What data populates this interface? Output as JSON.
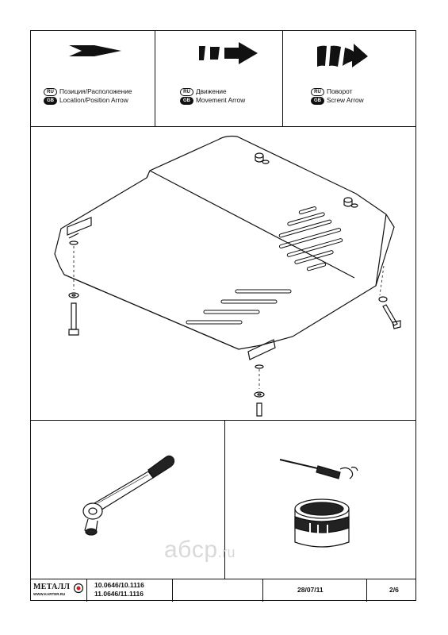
{
  "legend": [
    {
      "ru_tag": "RU",
      "gb_tag": "GB",
      "ru_text": "Позиция/Расположение",
      "gb_text": "Location/Position Arrow",
      "icon": "solid-arrow-icon"
    },
    {
      "ru_tag": "RU",
      "gb_tag": "GB",
      "ru_text": "Движение",
      "gb_text": "Movement Arrow",
      "icon": "dashed-arrow-icon"
    },
    {
      "ru_tag": "RU",
      "gb_tag": "GB",
      "ru_text": "Поворот",
      "gb_text": "Screw Arrow",
      "icon": "curved-arrow-icon"
    }
  ],
  "illustrations": {
    "main": "skid-plate-with-bolts",
    "tool": "ratchet-wrench-icon",
    "paint": "paint-can-brush-icon"
  },
  "watermark": {
    "main": "aбcp",
    "suffix": ".ru"
  },
  "footer": {
    "logo_text": "МЕТАЛЛ",
    "logo_sub": "WWW.KARTER.RU",
    "part_numbers_1": "10.0646/10.1116",
    "part_numbers_2": "11.0646/11.1116",
    "date": "28/07/11",
    "page": "2/6"
  }
}
